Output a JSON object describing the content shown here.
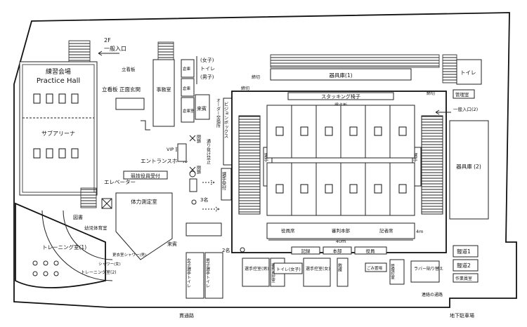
{
  "labels": {
    "entrance_2f": "2F",
    "general_entrance": "一般入口",
    "practice_hall_jp": "練習会場",
    "practice_hall_en": "Practice Hall",
    "sub_arena": "サブアリーナ",
    "front_door": "正面玄関",
    "notice_board": "立看板",
    "office": "事務室",
    "storage_top": "倉庫",
    "women": "(女子)",
    "toilet_top": "トイレ",
    "men": "(男子)",
    "storage_small": "倉庫",
    "storage_small2": "倉庫室",
    "vip_room": "来賓",
    "order_office": "オーダー交換所",
    "vision_box": "ビジョンボックス",
    "entrance_hall": "エントランスホール",
    "vip_press": "VIP\n記者",
    "shut1": "閉鎖",
    "shut2": "閉鎖",
    "no_through": "通り抜け禁止",
    "elevator": "エレベーター",
    "officials_reception": "競技役員受付",
    "players_reception": "選手受付",
    "fitness_test": "体力測定室",
    "kids_gym": "幼児体育室",
    "library": "図書",
    "training1": "トレーニング室(1)",
    "training2": "トレーニング室(2)",
    "shower_w": "シャワー(女)",
    "shower_m": "更衣室シャワー(男)",
    "visitor_lower": "来賓",
    "three_people": "3名",
    "two_names": "2名",
    "equipment1": "器具庫(1)",
    "stacking_chairs": "スタッキング椅子",
    "scoreboard": "得点板",
    "mgmt": "管理室",
    "toilet_right": "トイレ",
    "side_entrance": "一般入口(2)",
    "equipment2": "器具庫\n(2)",
    "shut3": "締切",
    "shut4": "締切",
    "shut5": "締切",
    "spectator_left": "選手",
    "spectator_right": "選手",
    "officials_seats": "役員席",
    "hq": "審判本部",
    "press_seats": "記者席",
    "width_40m": "40m",
    "depth_4m": "4m",
    "bottom_row1": "記録",
    "bottom_row2": "本部",
    "bottom_row3": "役員",
    "women_players_toilet": "女子選手トイレ",
    "men_players_toilet": "男子選手トイレ",
    "players_room_m": "選手控室(男)",
    "admin_room": "審判員控室",
    "toilet_women_lower": "トイレ(女子)",
    "players_room_w": "選手控室(女)",
    "doctor": "救護",
    "trash": "ごみ置場",
    "mgmt_lower": "管理控室",
    "rubber_change": "ラバー貼り替え",
    "reporter1": "報道1",
    "reporter2": "報道2",
    "work_room": "作業員室",
    "inner_street": "連絡の通路",
    "public_road": "貫通路",
    "underground_parking": "地下駐車場"
  },
  "tables": {
    "upper_grid_rows": 2,
    "upper_grid_cols": 6,
    "total_tables": 24
  },
  "colors": {
    "line": "#222222",
    "background": "#ffffff"
  }
}
